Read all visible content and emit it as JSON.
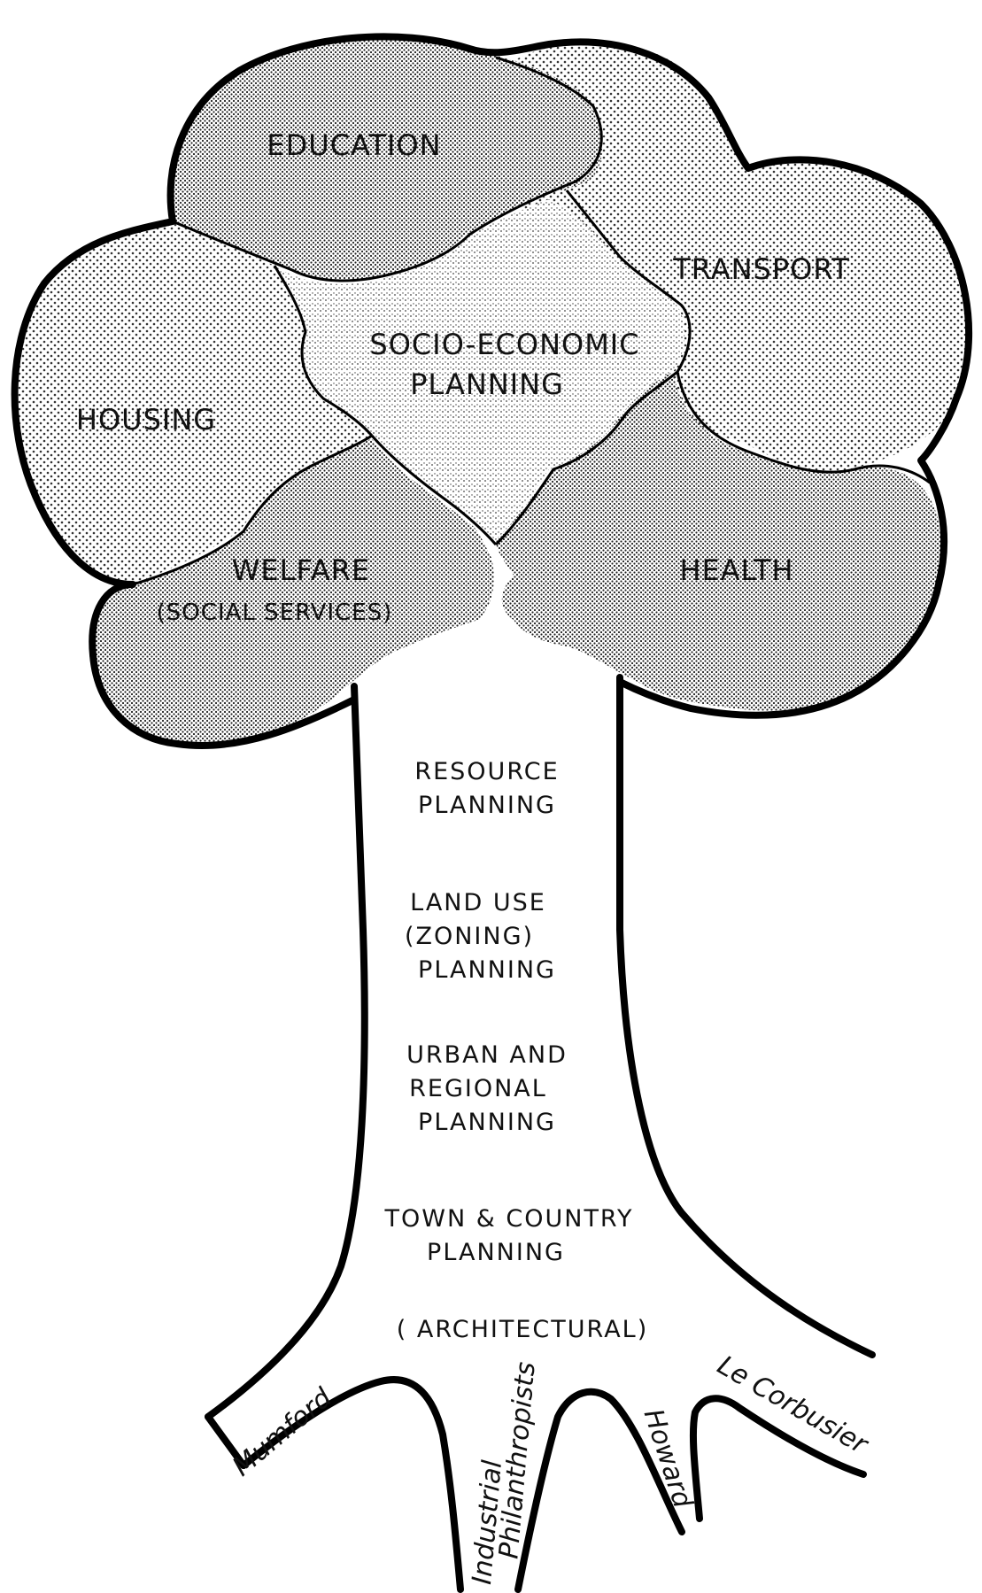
{
  "canopy": {
    "education": "EDUCATION",
    "transport": "TRANSPORT",
    "socio_economic_line1": "SOCIO-ECONOMIC",
    "socio_economic_line2": "PLANNING",
    "housing": "HOUSING",
    "welfare_line1": "WELFARE",
    "welfare_line2": "(SOCIAL SERVICES)",
    "health": "HEALTH"
  },
  "trunk": {
    "resource_line1": "RESOURCE",
    "resource_line2": "PLANNING",
    "landuse_line1": "LAND USE",
    "landuse_line2": "(ZONING)",
    "landuse_line3": "PLANNING",
    "urban_line1": "URBAN AND",
    "urban_line2": "REGIONAL",
    "urban_line3": "PLANNING",
    "town_line1": "TOWN & COUNTRY",
    "town_line2": "PLANNING",
    "architectural": "( ARCHITECTURAL)"
  },
  "roots": {
    "mumford": "Mumford",
    "industrial_line1": "Industrial",
    "industrial_line2": "Philanthropists",
    "howard": "Howard",
    "le_corbusier": "Le Corbusier"
  },
  "colors": {
    "ink": "#000000",
    "stipple_light": "#d9d9d9",
    "stipple_dense": "#bdbdbd",
    "paper": "#ffffff"
  }
}
